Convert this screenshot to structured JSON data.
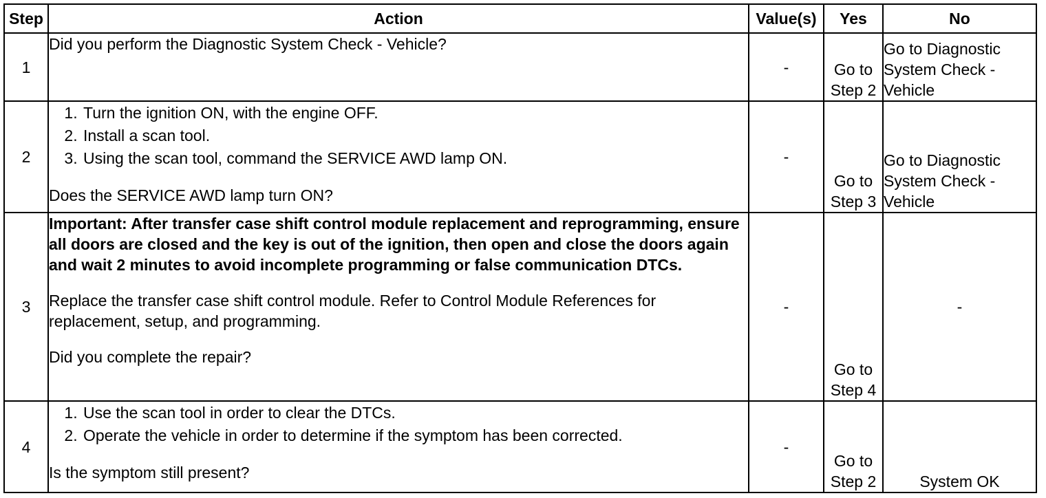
{
  "headers": {
    "step": "Step",
    "action": "Action",
    "values": "Value(s)",
    "yes": "Yes",
    "no": "No"
  },
  "rows": [
    {
      "step": "1",
      "question": "Did you perform the Diagnostic System Check - Vehicle?",
      "value": "-",
      "yes_line1": "Go to",
      "yes_line2": "Step 2",
      "no_line1": "Go to Diagnostic",
      "no_line2": "System Check -",
      "no_line3": "Vehicle"
    },
    {
      "step": "2",
      "items": [
        "Turn the ignition ON, with the engine OFF.",
        "Install a scan tool.",
        "Using the scan tool, command the SERVICE AWD lamp ON."
      ],
      "question": "Does the SERVICE AWD lamp turn ON?",
      "value": "-",
      "yes_line1": "Go to",
      "yes_line2": "Step 3",
      "no_line1": "Go to Diagnostic",
      "no_line2": "System Check -",
      "no_line3": "Vehicle"
    },
    {
      "step": "3",
      "important": "Important: After transfer case shift control module replacement and reprogramming, ensure all doors are closed and the key is out of the ignition, then open and close the doors again and wait 2 minutes to avoid incomplete programming or false communication DTCs.",
      "instruction": "Replace the transfer case shift control module. Refer to Control Module References for replacement, setup, and programming.",
      "question": "Did you complete the repair?",
      "value": "-",
      "yes_line1": "Go to",
      "yes_line2": "Step 4",
      "no": "-"
    },
    {
      "step": "4",
      "items": [
        "Use the scan tool in order to clear the DTCs.",
        "Operate the vehicle in order to determine if the symptom has been corrected."
      ],
      "question": "Is the symptom still present?",
      "value": "-",
      "yes_line1": "Go to",
      "yes_line2": "Step 2",
      "no": "System OK"
    }
  ]
}
